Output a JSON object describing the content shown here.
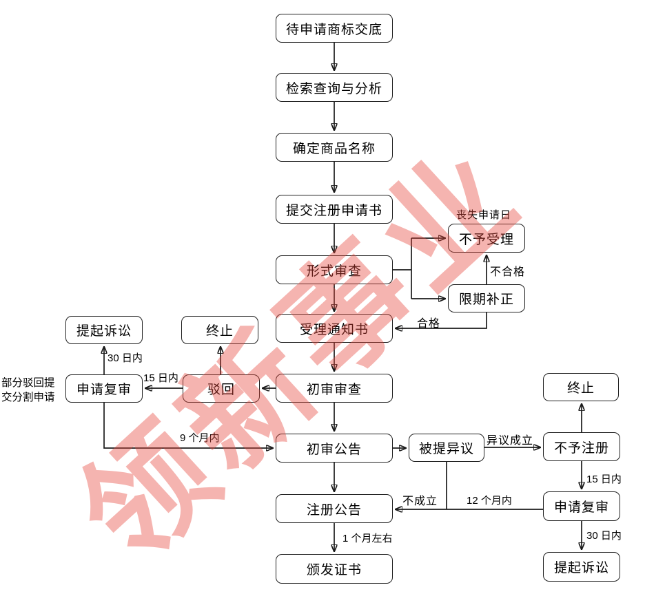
{
  "watermark": {
    "text": "领新事业",
    "color": "#e8473b"
  },
  "nodes": {
    "draft": "待申请商标交底",
    "search": "检索查询与分析",
    "product_name": "确定商品名称",
    "submit": "提交注册申请书",
    "formal": "形式审查",
    "not_accept": "不予受理",
    "correction": "限期补正",
    "accept_notice": "受理通知书",
    "prelim_exam": "初审审查",
    "reject": "驳回",
    "stop_left": "终止",
    "review_left": "申请复审",
    "lawsuit_left": "提起诉讼",
    "prelim_pub": "初审公告",
    "objection": "被提异议",
    "no_reg": "不予注册",
    "stop_right": "终止",
    "review_right": "申请复审",
    "lawsuit_right": "提起诉讼",
    "reg_pub": "注册公告",
    "cert": "颁发证书"
  },
  "labels": {
    "lose_date": "丧失申请日",
    "unqualified": "不合格",
    "qualified": "合格",
    "days15_left": "15 日内",
    "days30_left": "30 日内",
    "months9": "9 个月内",
    "objection_valid": "异议成立",
    "days15_right": "15 日内",
    "months12": "12 个月内",
    "invalid": "不成立",
    "days30_right": "30 日内",
    "month1": "1 个月左右",
    "partial_reject_line1": "部分驳回提",
    "partial_reject_line2": "交分割申请"
  }
}
